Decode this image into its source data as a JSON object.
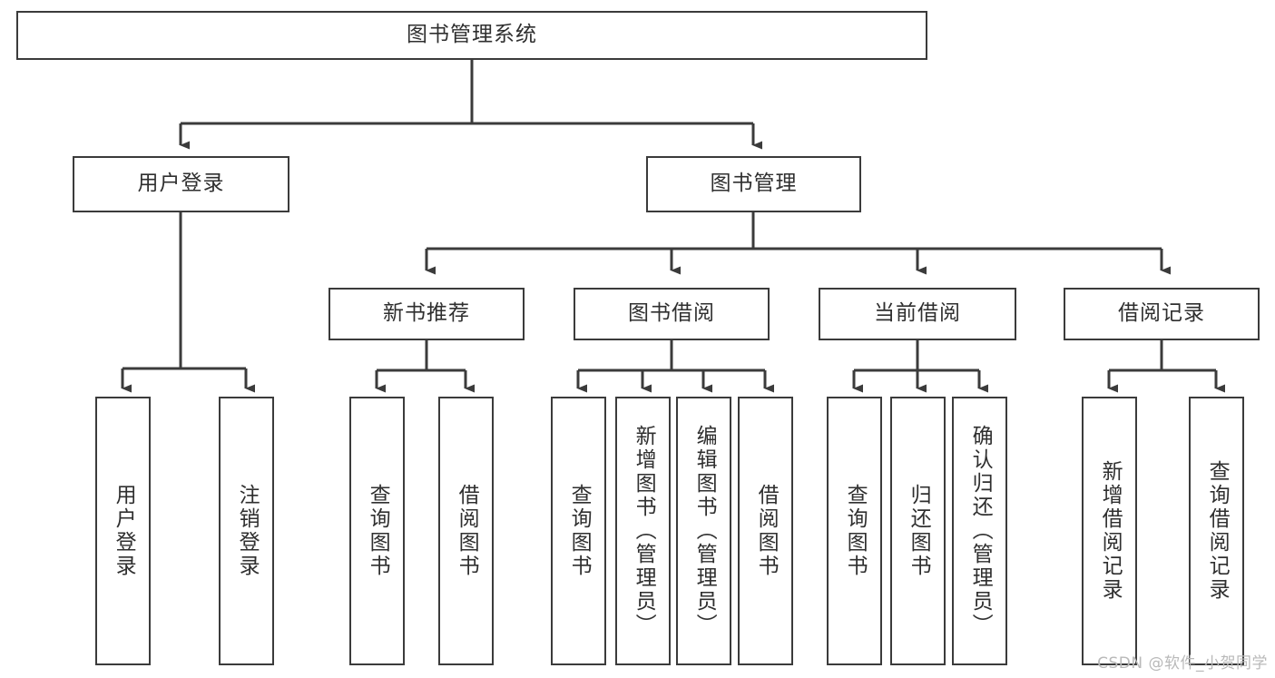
{
  "diagram": {
    "title": "图书管理系统",
    "type": "tree-hierarchy-diagram",
    "colors": {
      "box_border": "#3b3b3b",
      "box_fill": "#ffffff",
      "edge": "#3b3b3b",
      "text": "#2f2f2f",
      "watermark": "#b9b9b9"
    },
    "nodes": {
      "root": {
        "label": "图书管理系统"
      },
      "level2": [
        {
          "id": "user-login",
          "label": "用户登录"
        },
        {
          "id": "book-manage",
          "label": "图书管理"
        }
      ],
      "level3": [
        {
          "id": "new-book-recommend",
          "label": "新书推荐"
        },
        {
          "id": "book-borrow",
          "label": "图书借阅"
        },
        {
          "id": "current-borrow",
          "label": "当前借阅"
        },
        {
          "id": "borrow-record",
          "label": "借阅记录"
        }
      ],
      "leaves": {
        "user_login": [
          {
            "id": "leaf-user-login",
            "label": "用户登录"
          },
          {
            "id": "leaf-logout-login",
            "label": "注销登录"
          }
        ],
        "new_book_recommend": [
          {
            "id": "leaf-query-book-1",
            "label": "查询图书"
          },
          {
            "id": "leaf-borrow-book-1",
            "label": "借阅图书"
          }
        ],
        "book_borrow": [
          {
            "id": "leaf-query-book-2",
            "label": "查询图书"
          },
          {
            "id": "leaf-add-book",
            "label": "新增图书（管理员）"
          },
          {
            "id": "leaf-edit-book",
            "label": "编辑图书（管理员）"
          },
          {
            "id": "leaf-borrow-book-2",
            "label": "借阅图书"
          }
        ],
        "current_borrow": [
          {
            "id": "leaf-query-book-3",
            "label": "查询图书"
          },
          {
            "id": "leaf-return-book",
            "label": "归还图书"
          },
          {
            "id": "leaf-confirm-return",
            "label": "确认归还（管理员）"
          }
        ],
        "borrow_record": [
          {
            "id": "leaf-add-borrow-record",
            "label": "新增借阅记录"
          },
          {
            "id": "leaf-query-borrow-record",
            "label": "查询借阅记录"
          }
        ]
      }
    },
    "watermark": "CSDN @软件_小贺同学"
  }
}
